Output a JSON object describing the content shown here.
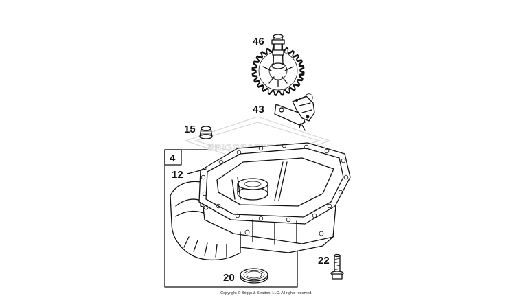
{
  "callouts": {
    "c46": "46",
    "c43": "43",
    "c15": "15",
    "c4": "4",
    "c12": "12",
    "c22": "22",
    "c20": "20"
  },
  "footer": {
    "copyright": "Copyright © Briggs & Stratton, LLC. All rights reserved."
  },
  "watermark": {
    "text": "BRIGGS&STRATTON"
  },
  "colors": {
    "line": "#111111",
    "background": "#ffffff",
    "watermark": "#d9d9d9"
  }
}
